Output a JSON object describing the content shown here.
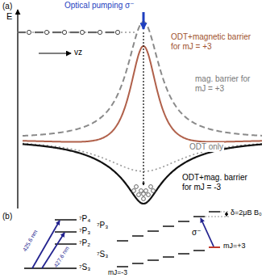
{
  "diagram": {
    "labels": [
      "(a)",
      "E",
      "Optical pumping σ⁻",
      "vz",
      "ODT+magnetic barrier for mJ = +3",
      "mag. barrier for mJ = +3",
      "ODT only",
      "ODT+mag. barrier for mJ = -3",
      "(b)",
      "⁷P₄",
      "⁷P₃",
      "⁷P₂",
      "⁷S₃",
      "425.6 nm",
      "427.6 nm",
      "⁷P₃",
      "⁷S₃",
      "δ=2μB B₀",
      "σ⁻",
      "mJ=-3",
      "mJ=+3"
    ]
  }
}
